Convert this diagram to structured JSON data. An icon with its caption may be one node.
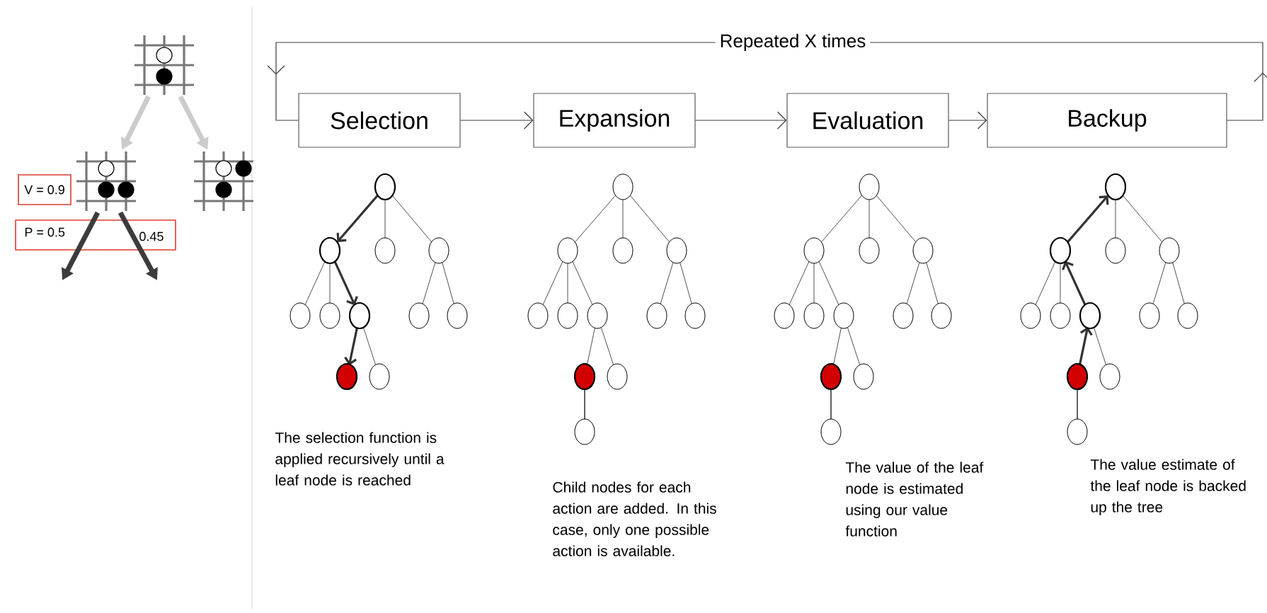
{
  "diagram": {
    "nodes": [
      {
        "text": [
          "Selection"
        ]
      },
      {
        "text": [
          "Expansion"
        ]
      },
      {
        "text": [
          "Evaluation"
        ]
      },
      {
        "text": [
          "Backup"
        ]
      },
      {
        "text": [],
        "shape": "picture"
      },
      {
        "text": [],
        "shape": "picture"
      },
      {
        "text": [],
        "shape": "picture"
      },
      {
        "text": [
          "V = 0.9"
        ]
      },
      {
        "text": [
          "P = 0.5",
          "0.45"
        ]
      }
    ],
    "edges": [
      {
        "from": 0,
        "to": 1,
        "arrow": "to"
      },
      {
        "from": 1,
        "to": 2,
        "arrow": "to"
      },
      {
        "from": 2,
        "to": 3,
        "arrow": "to"
      },
      {
        "from": 3,
        "to": 0,
        "arrow": "to",
        "label": "Repeated X times"
      },
      {
        "from": 4,
        "to": 5,
        "arrow": "to",
        "style": "thick",
        "color": "#cccccc"
      },
      {
        "from": 4,
        "to": 6,
        "arrow": "to",
        "style": "thick",
        "color": "#cccccc"
      },
      {
        "from": 5,
        "to": null,
        "arrow": "to",
        "style": "thick"
      },
      {
        "from": 5,
        "to": null,
        "arrow": "to",
        "style": "thick"
      }
    ],
    "labels": [
      "The selection function is applied recursively until a leaf node is reached",
      "Child nodes for each action are added. In this case, only one possible action is available.",
      "The value of the leaf node is estimated using our value function",
      "The value estimate of the leaf node is backed up the tree"
    ]
  }
}
